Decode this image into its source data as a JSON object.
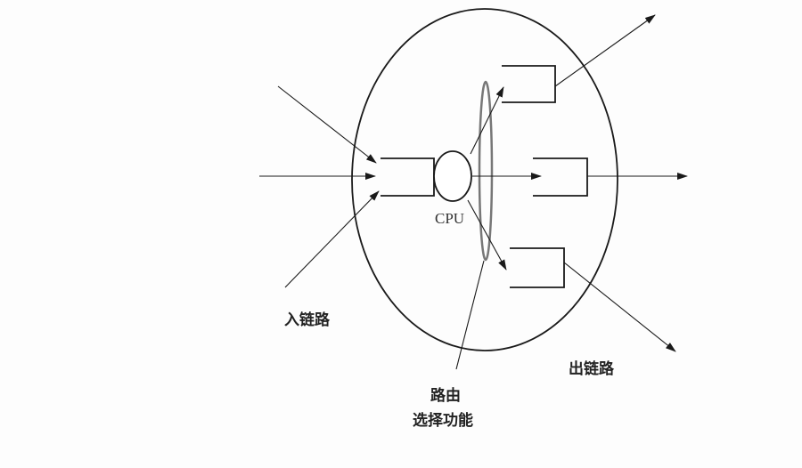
{
  "diagram": {
    "cpu_label": "CPU",
    "input_links_label": "入链路",
    "output_links_label": "出链路",
    "routing_label_line1": "路由",
    "routing_label_line2": "选择功能",
    "colors": {
      "stroke": "#1a1a1a",
      "routing_ring": "#777777",
      "background": "#fdfdfd"
    }
  }
}
